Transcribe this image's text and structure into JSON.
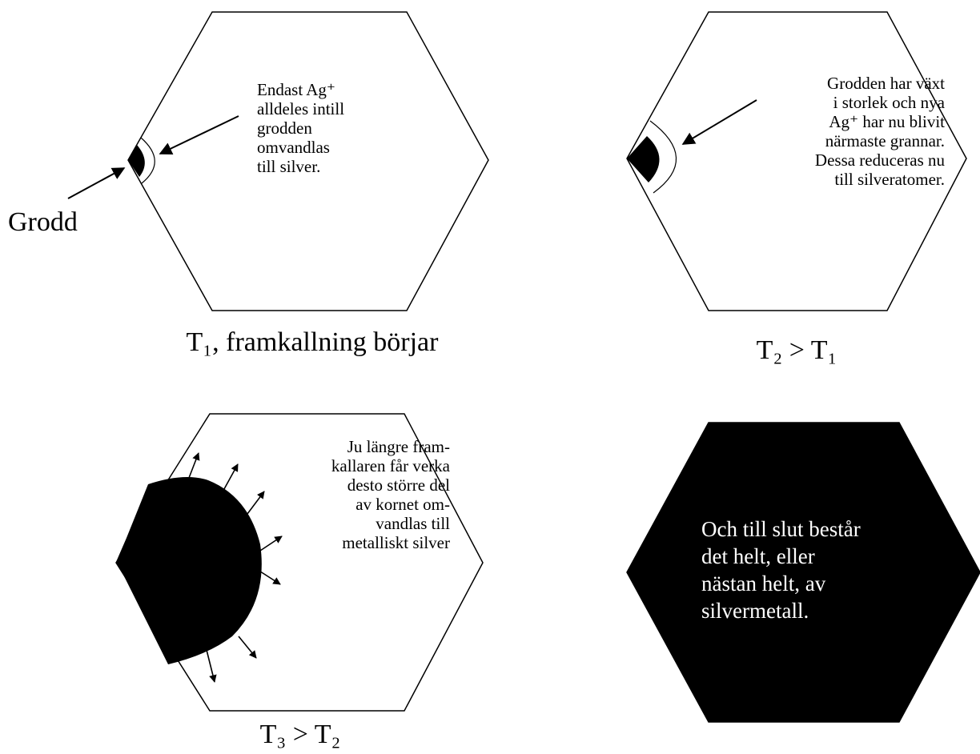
{
  "panel1": {
    "note": [
      "Endast Ag⁺",
      "alldeles intill",
      "grodden",
      "omvandlas",
      "till silver."
    ],
    "nucleus_label": "Grodd",
    "caption": "T₁, framkallning börjar"
  },
  "panel2": {
    "note": [
      "Grodden har växt",
      "i storlek och nya",
      "Ag⁺ har nu blivit",
      "närmaste grannar.",
      "Dessa reduceras nu",
      "till silveratomer."
    ],
    "caption": "T₂ > T₁"
  },
  "panel3": {
    "note": [
      "Ju längre fram-",
      "kallaren får verka",
      "desto större del",
      "av kornet om-",
      "vandlas till",
      "metalliskt silver"
    ],
    "caption": "T₃ > T₂"
  },
  "panel4": {
    "note": [
      "Och till slut består",
      "det helt, eller",
      "nästan helt, av",
      "silvermetall."
    ]
  },
  "colors": {
    "outline": "#000000",
    "silver": "#000000",
    "background": "#ffffff",
    "text_on_silver": "#ffffff"
  }
}
